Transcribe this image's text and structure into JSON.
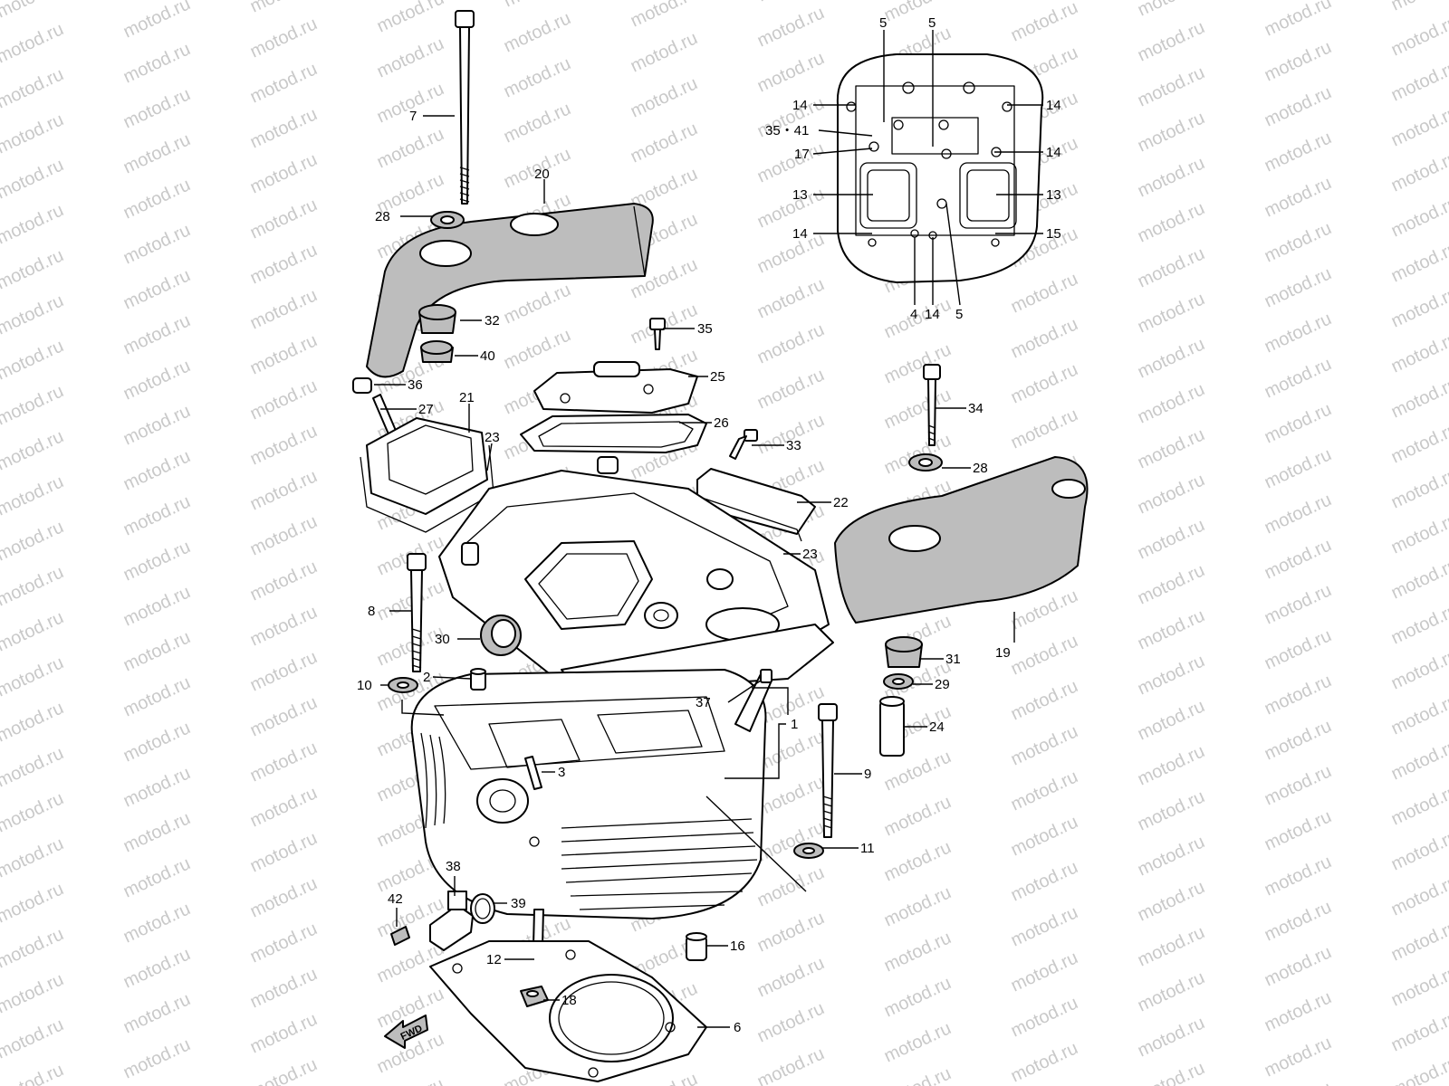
{
  "watermark": "motod.ru",
  "fwd_label": "FWD",
  "callouts": [
    {
      "id": "c7",
      "text": "7"
    },
    {
      "id": "c20",
      "text": "20"
    },
    {
      "id": "c28a",
      "text": "28"
    },
    {
      "id": "c32",
      "text": "32"
    },
    {
      "id": "c40",
      "text": "40"
    },
    {
      "id": "c36",
      "text": "36"
    },
    {
      "id": "c27",
      "text": "27"
    },
    {
      "id": "c21",
      "text": "21"
    },
    {
      "id": "c23a",
      "text": "23"
    },
    {
      "id": "c35a",
      "text": "35"
    },
    {
      "id": "c25",
      "text": "25"
    },
    {
      "id": "c26",
      "text": "26"
    },
    {
      "id": "c33",
      "text": "33"
    },
    {
      "id": "c22",
      "text": "22"
    },
    {
      "id": "c23b",
      "text": "23"
    },
    {
      "id": "c34",
      "text": "34"
    },
    {
      "id": "c28b",
      "text": "28"
    },
    {
      "id": "c19",
      "text": "19"
    },
    {
      "id": "c31",
      "text": "31"
    },
    {
      "id": "c29",
      "text": "29"
    },
    {
      "id": "c24",
      "text": "24"
    },
    {
      "id": "c8",
      "text": "8"
    },
    {
      "id": "c30",
      "text": "30"
    },
    {
      "id": "c10",
      "text": "10"
    },
    {
      "id": "c2",
      "text": "2"
    },
    {
      "id": "c37",
      "text": "37"
    },
    {
      "id": "c1",
      "text": "1"
    },
    {
      "id": "c3",
      "text": "3"
    },
    {
      "id": "c9",
      "text": "9"
    },
    {
      "id": "c11",
      "text": "11"
    },
    {
      "id": "c38",
      "text": "38"
    },
    {
      "id": "c42",
      "text": "42"
    },
    {
      "id": "c39",
      "text": "39"
    },
    {
      "id": "c16",
      "text": "16"
    },
    {
      "id": "c12",
      "text": "12"
    },
    {
      "id": "c18",
      "text": "18"
    },
    {
      "id": "c6",
      "text": "6"
    },
    {
      "id": "c5a",
      "text": "5"
    },
    {
      "id": "c5b",
      "text": "5"
    },
    {
      "id": "c14a",
      "text": "14"
    },
    {
      "id": "c14b",
      "text": "14"
    },
    {
      "id": "c3541",
      "text": "35・41"
    },
    {
      "id": "c17",
      "text": "17"
    },
    {
      "id": "c14c",
      "text": "14"
    },
    {
      "id": "c13a",
      "text": "13"
    },
    {
      "id": "c13b",
      "text": "13"
    },
    {
      "id": "c14d",
      "text": "14"
    },
    {
      "id": "c15",
      "text": "15"
    },
    {
      "id": "c4",
      "text": "4"
    },
    {
      "id": "c14e",
      "text": "14"
    },
    {
      "id": "c5c",
      "text": "5"
    }
  ]
}
